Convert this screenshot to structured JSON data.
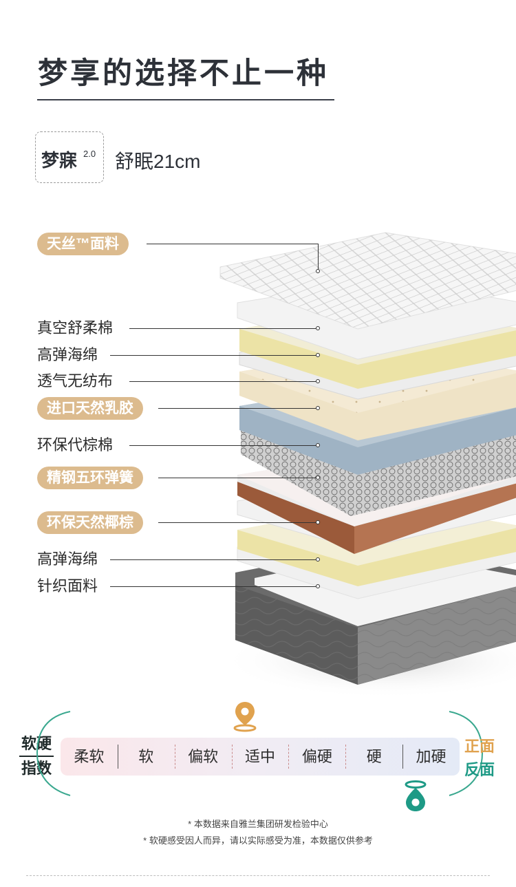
{
  "title": "梦享的选择不止一种",
  "model": {
    "name": "梦寐",
    "version": "2.0",
    "spec": "舒眠21cm"
  },
  "layers": [
    {
      "label": "天丝™面料",
      "highlight": true
    },
    {
      "label": "真空舒柔棉",
      "highlight": false
    },
    {
      "label": "高弹海绵",
      "highlight": false
    },
    {
      "label": "透气无纺布",
      "highlight": false
    },
    {
      "label": "进口天然乳胶",
      "highlight": true
    },
    {
      "label": "环保代棕棉",
      "highlight": false
    },
    {
      "label": "精钢五环弹簧",
      "highlight": true
    },
    {
      "label": "环保天然椰棕",
      "highlight": true
    },
    {
      "label": "高弹海绵",
      "highlight": false
    },
    {
      "label": "针织面料",
      "highlight": false
    }
  ],
  "hardness": {
    "title_line1": "软硬",
    "title_line2": "指数",
    "levels": [
      "柔软",
      "软",
      "偏软",
      "适中",
      "偏硬",
      "硬",
      "加硬"
    ],
    "front_label": "正面",
    "back_label": "反面",
    "front_level": "适中",
    "back_level": "加硬"
  },
  "notes": [
    "* 本数据来自雅兰集团研发检验中心",
    "* 软硬感受因人而异，请以实际感受为准，本数据仅供参考"
  ],
  "colors": {
    "accent_gold": "#dcbb8e",
    "front_orange": "#e0a24e",
    "back_teal": "#1e9a86",
    "title_dark": "#2d3138"
  }
}
